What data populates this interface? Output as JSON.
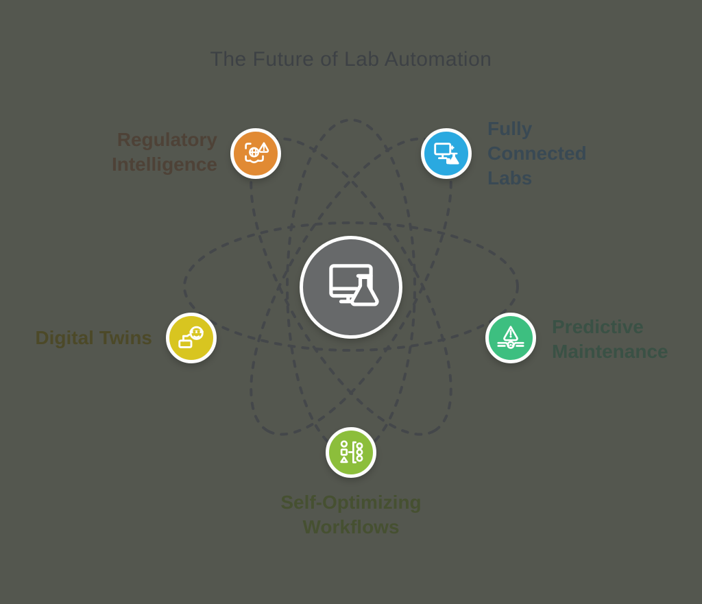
{
  "title": "The Future of Lab Automation",
  "center": {
    "icon": "monitor-flask-icon",
    "color": "#67696A"
  },
  "nodes": [
    {
      "id": "regulatory-intelligence",
      "label": "Regulatory\nIntelligence",
      "color": "#E18A33",
      "label_color": "#4E4237",
      "icon": "compliance-scan-alert-icon"
    },
    {
      "id": "fully-connected-labs",
      "label": "Fully\nConnected\nLabs",
      "color": "#2AA9E0",
      "label_color": "#394954",
      "icon": "connected-lab-computer-icon"
    },
    {
      "id": "digital-twins",
      "label": "Digital Twins",
      "color": "#D8C520",
      "label_color": "#4C4928",
      "icon": "laptop-globe-twin-icon"
    },
    {
      "id": "predictive-maintenance",
      "label": "Predictive\nMaintenance",
      "color": "#3DBF80",
      "label_color": "#3A5145",
      "icon": "pipe-warning-icon"
    },
    {
      "id": "self-optimizing-workflows",
      "label": "Self-Optimizing\nWorkflows",
      "color": "#8CBE3B",
      "label_color": "#465031",
      "icon": "workflow-sort-icon"
    }
  ],
  "colors": {
    "background": "#54574F",
    "orbit_dash": "#44474A",
    "title_text": "#3D4145",
    "ring": "#FDFDFD"
  }
}
